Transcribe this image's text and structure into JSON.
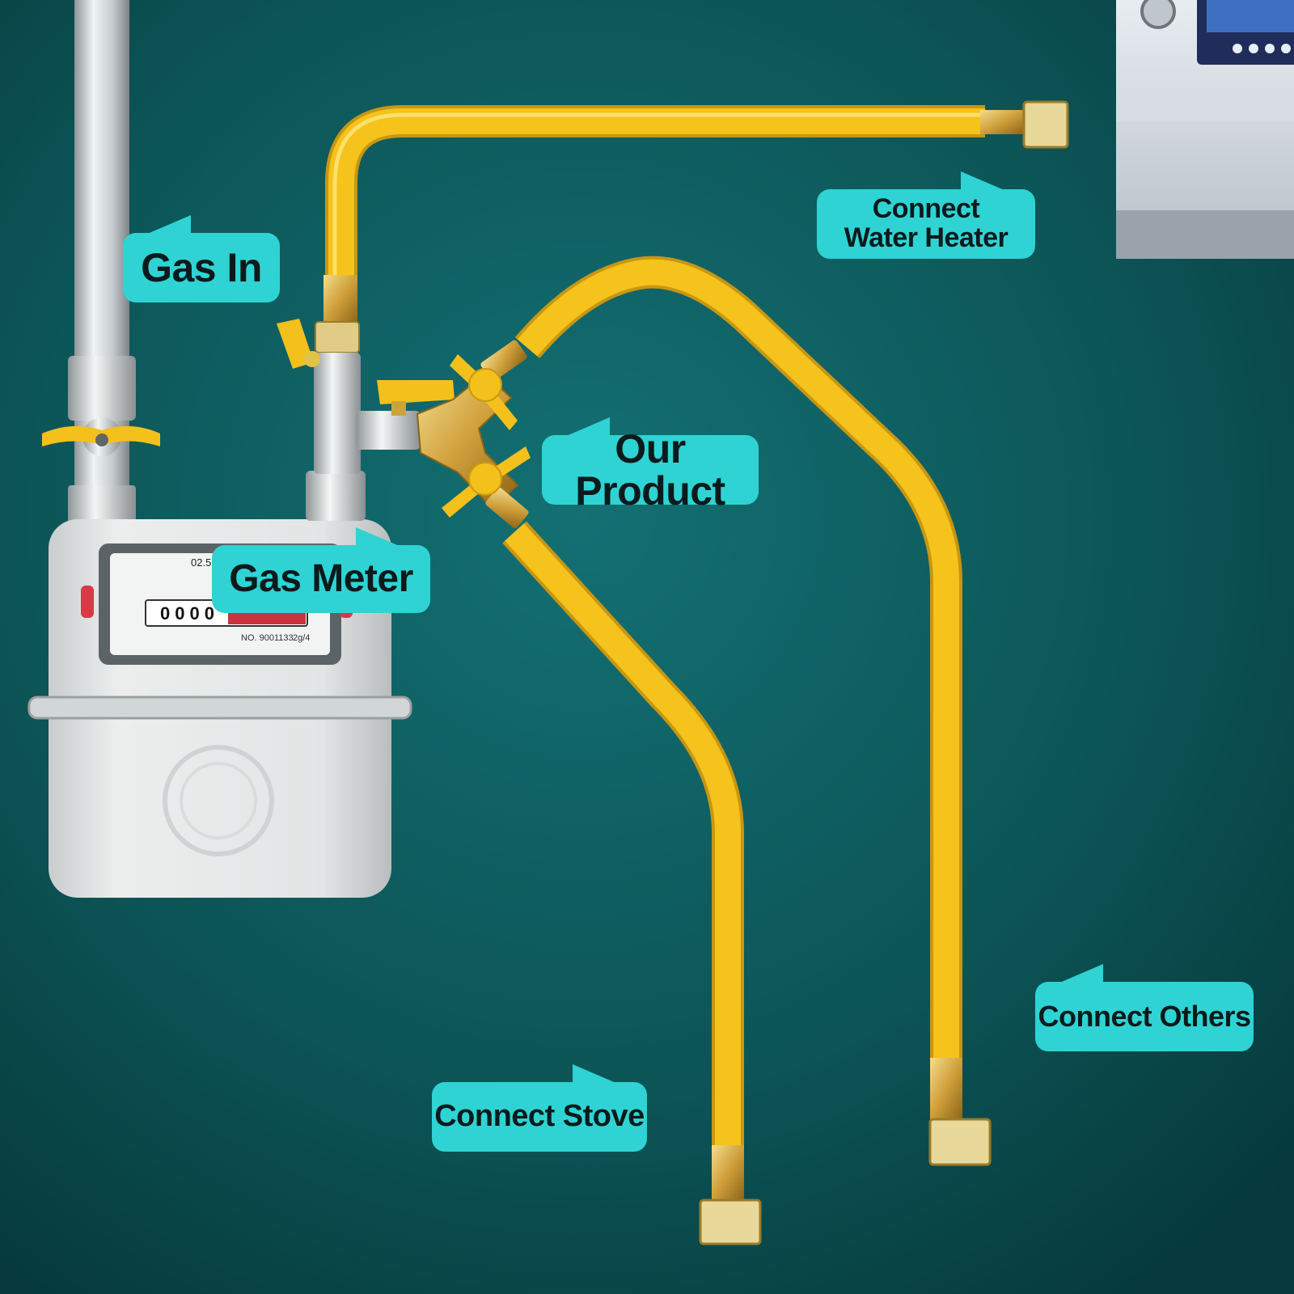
{
  "labels": {
    "gas_in": "Gas In",
    "gas_meter": "Gas Meter",
    "our_product": "Our Product",
    "water_heater_line1": "Connect",
    "water_heater_line2": "Water Heater",
    "connect_others": "Connect Others",
    "connect_stove": "Connect Stove"
  },
  "meter": {
    "top_code": "02.5",
    "counter": "0000",
    "serial": "NO. 9001133",
    "model": "2g/4"
  },
  "colors": {
    "background": "#0e5b5c",
    "callout": "#2fd3d3",
    "hose": "#f6c21c",
    "brass": "#d3a33e",
    "valve_handle": "#f4c01b",
    "meter_body": "#e3e6e6",
    "pipe": "#c9cfd2"
  },
  "icons": {
    "ball_valve": "ball-valve-icon",
    "y_splitter": "y-splitter-icon",
    "hose_nut": "hose-nut-icon"
  }
}
